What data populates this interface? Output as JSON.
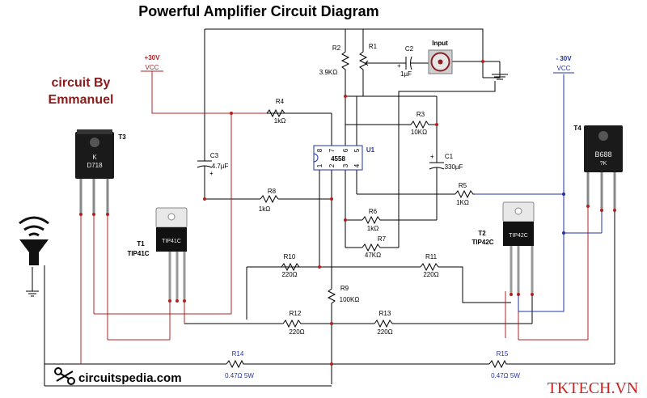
{
  "title": "Powerful Amplifier Circuit Diagram",
  "credit_line1": "circuit By",
  "credit_line2": "Emmanuel",
  "site": "circuitspedia.com",
  "watermark": "TKTECH.VN",
  "supply_pos": {
    "voltage": "+30V",
    "label": "VCC"
  },
  "supply_neg": {
    "voltage": "- 30V",
    "label": "VCC"
  },
  "input_label": "Input",
  "ic": {
    "ref": "U1",
    "name": "4558",
    "pins": [
      "8",
      "7",
      "6",
      "5",
      "1",
      "2",
      "3",
      "4"
    ]
  },
  "components": {
    "R1": {
      "ref": "R1",
      "value": ""
    },
    "R2": {
      "ref": "R2",
      "value": "3.9KΩ"
    },
    "R3": {
      "ref": "R3",
      "value": "10KΩ"
    },
    "R4": {
      "ref": "R4",
      "value": "1kΩ"
    },
    "R5": {
      "ref": "R5",
      "value": "1KΩ"
    },
    "R6": {
      "ref": "R6",
      "value": "1kΩ"
    },
    "R7": {
      "ref": "R7",
      "value": "47KΩ"
    },
    "R8": {
      "ref": "R8",
      "value": "1kΩ"
    },
    "R9": {
      "ref": "R9",
      "value": "100KΩ"
    },
    "R10": {
      "ref": "R10",
      "value": "220Ω"
    },
    "R11": {
      "ref": "R11",
      "value": "220Ω"
    },
    "R12": {
      "ref": "R12",
      "value": "220Ω"
    },
    "R13": {
      "ref": "R13",
      "value": "220Ω"
    },
    "R14": {
      "ref": "R14",
      "value": "0.47Ω 5W"
    },
    "R15": {
      "ref": "R15",
      "value": "0.47Ω 5W"
    },
    "C1": {
      "ref": "C1",
      "value": "330µF"
    },
    "C2": {
      "ref": "C2",
      "value": "1µF"
    },
    "C3": {
      "ref": "C3",
      "value": "4.7µF"
    }
  },
  "transistors": {
    "T1": {
      "ref": "T1",
      "part": "TIP41C",
      "marking": "TIP41C"
    },
    "T2": {
      "ref": "T2",
      "part": "TIP42C",
      "marking": "TIP42C"
    },
    "T3": {
      "ref": "T3",
      "marking_1": "K",
      "marking_2": "D718"
    },
    "T4": {
      "ref": "T4",
      "marking_1": "B688",
      "marking_2": "?K"
    }
  },
  "colors": {
    "wire_black": "#000000",
    "wire_red": "#b02020",
    "wire_blue": "#2233aa",
    "credit": "#8b1a1a",
    "watermark": "#cc2222"
  }
}
